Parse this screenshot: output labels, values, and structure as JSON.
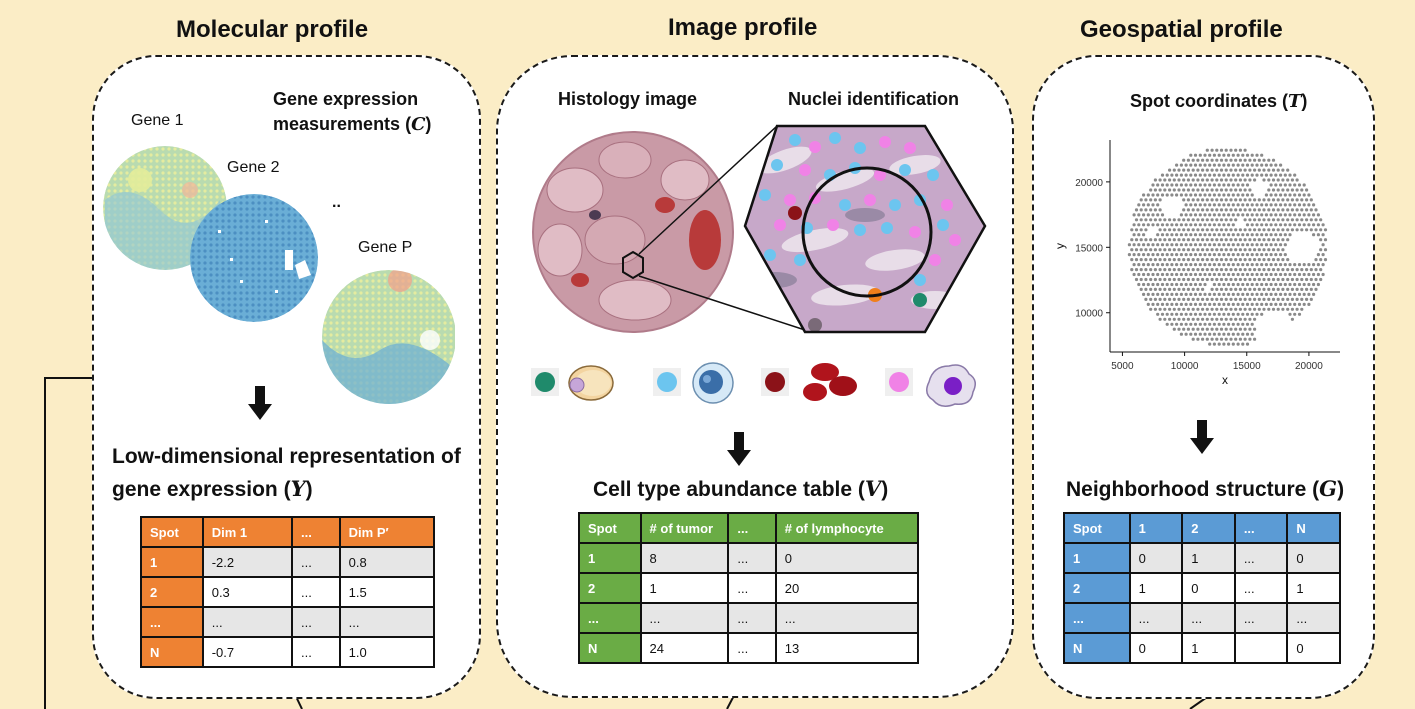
{
  "titles": {
    "molecular": "Molecular profile",
    "image": "Image profile",
    "geospatial": "Geospatial profile"
  },
  "molecular": {
    "gene_1": "Gene 1",
    "gene_2": "Gene 2",
    "gene_p": "Gene P",
    "ellipsis": "..",
    "measure_line1": "Gene expression",
    "measure_line2": "measurements (",
    "measure_var": "C",
    "measure_close": ")",
    "repr_line1": "Low-dimensional representation of",
    "repr_line2": "gene expression (",
    "repr_var": "Y",
    "repr_close": ")",
    "table": {
      "header": [
        "Spot",
        "Dim 1",
        "...",
        "Dim P′"
      ],
      "rows": [
        [
          "1",
          "-2.2",
          "...",
          "0.8"
        ],
        [
          "2",
          "0.3",
          "...",
          "1.5"
        ],
        [
          "...",
          "...",
          "...",
          "..."
        ],
        [
          "N",
          "-0.7",
          "...",
          "1.0"
        ]
      ]
    }
  },
  "image": {
    "histology_label": "Histology image",
    "nuclei_label": "Nuclei identification",
    "abundance_label": "Cell type abundance table  (",
    "abundance_var": "V",
    "abundance_close": ")",
    "table": {
      "header": [
        "Spot",
        "# of tumor",
        "...",
        "#  of lymphocyte"
      ],
      "rows": [
        [
          "1",
          "8",
          "...",
          "0"
        ],
        [
          "2",
          "1",
          "...",
          "20"
        ],
        [
          "...",
          "...",
          "...",
          "..."
        ],
        [
          "N",
          "24",
          "...",
          "13"
        ]
      ]
    }
  },
  "geospatial": {
    "coords_label": "Spot coordinates (",
    "coords_var": "T",
    "coords_close": ")",
    "neighborhood_label": "Neighborhood structure (",
    "neighborhood_var": "G",
    "neighborhood_close": ")",
    "table": {
      "header": [
        "Spot",
        "1",
        "2",
        "...",
        "N"
      ],
      "rows": [
        [
          "1",
          "0",
          "1",
          "...",
          "0"
        ],
        [
          "2",
          "1",
          "0",
          "...",
          "1"
        ],
        [
          "...",
          "...",
          "...",
          "...",
          "..."
        ],
        [
          "N",
          "0",
          "1",
          "",
          "0"
        ]
      ]
    }
  },
  "colors": {
    "background": "#fbedc6",
    "molecular_table": "#ee8233",
    "image_table": "#6aac45",
    "geo_table": "#5b9bd5",
    "tumor_dot": "#1f8a6b",
    "lymph_dot": "#6cc5ef",
    "rbc_dot": "#8b1218",
    "macro_dot": "#f082e6",
    "orange_dot": "#f07f1a"
  },
  "chart_data": {
    "type": "scatter",
    "xlabel": "x",
    "ylabel": "y",
    "xticks": [
      5000,
      10000,
      15000,
      20000
    ],
    "yticks": [
      10000,
      15000,
      20000
    ],
    "xlim": [
      4000,
      22500
    ],
    "ylim": [
      7000,
      23200
    ],
    "grid": false
  }
}
